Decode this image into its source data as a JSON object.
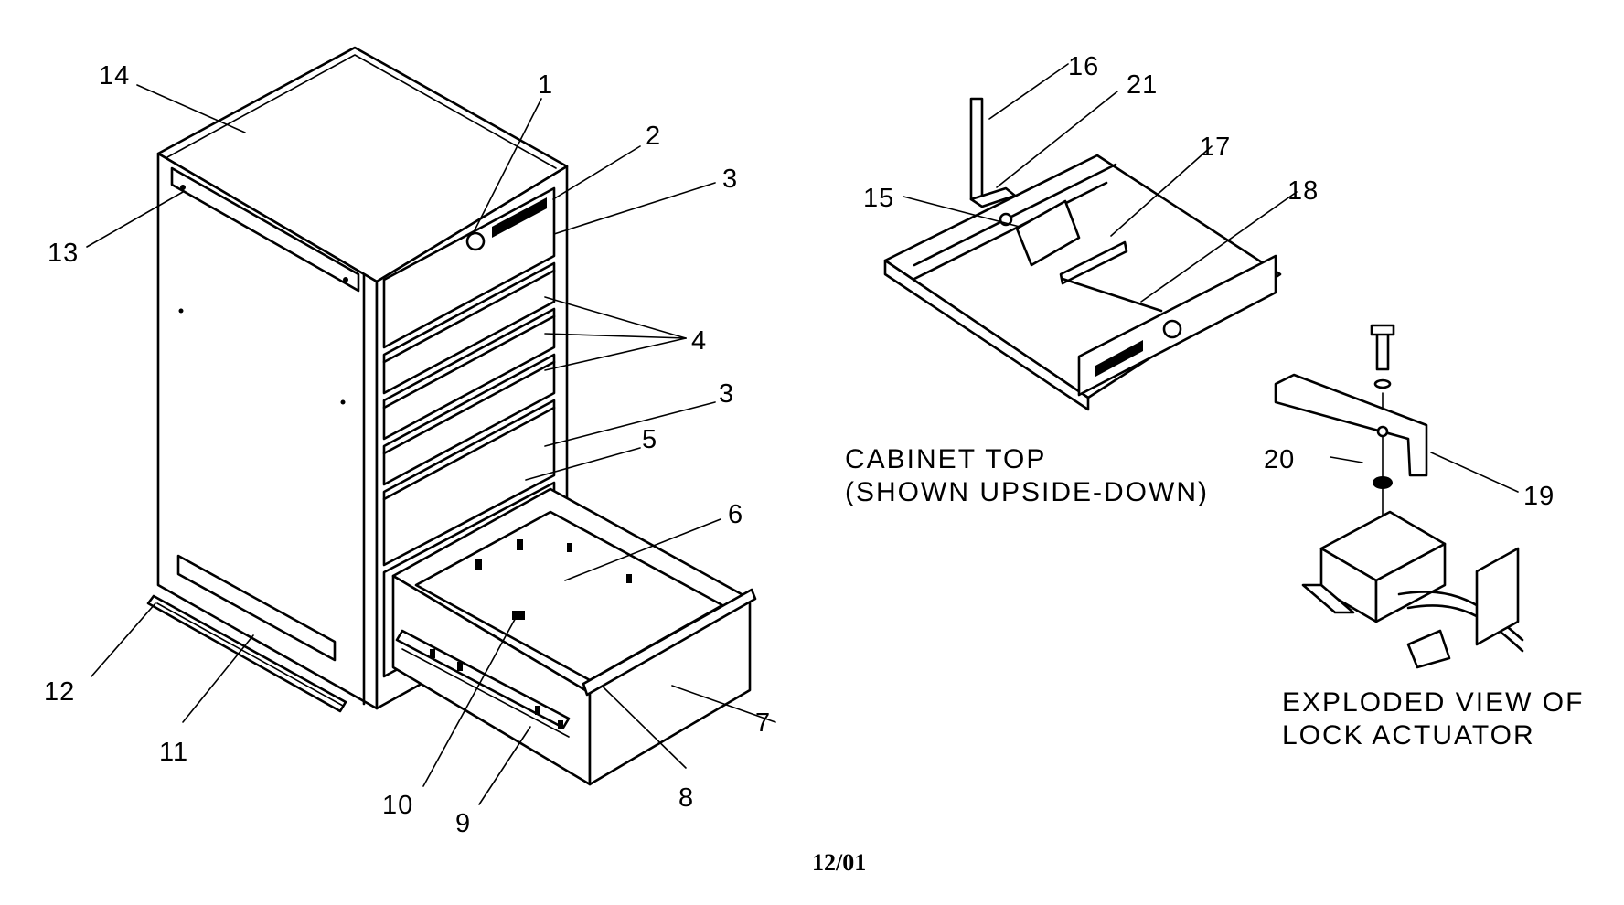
{
  "callouts": {
    "c1": "1",
    "c2": "2",
    "c3a": "3",
    "c3b": "3",
    "c4": "4",
    "c5": "5",
    "c6": "6",
    "c7": "7",
    "c8": "8",
    "c9": "9",
    "c10": "10",
    "c11": "11",
    "c12": "12",
    "c13": "13",
    "c14": "14",
    "c15": "15",
    "c16": "16",
    "c17": "17",
    "c18": "18",
    "c19": "19",
    "c20": "20",
    "c21": "21"
  },
  "captions": {
    "cabinet_top_line1": "CABINET TOP",
    "cabinet_top_line2": "(SHOWN UPSIDE-DOWN)",
    "lock_actuator_line1": "EXPLODED VIEW OF",
    "lock_actuator_line2": "LOCK ACTUATOR"
  },
  "footer": {
    "date": "12/01"
  }
}
